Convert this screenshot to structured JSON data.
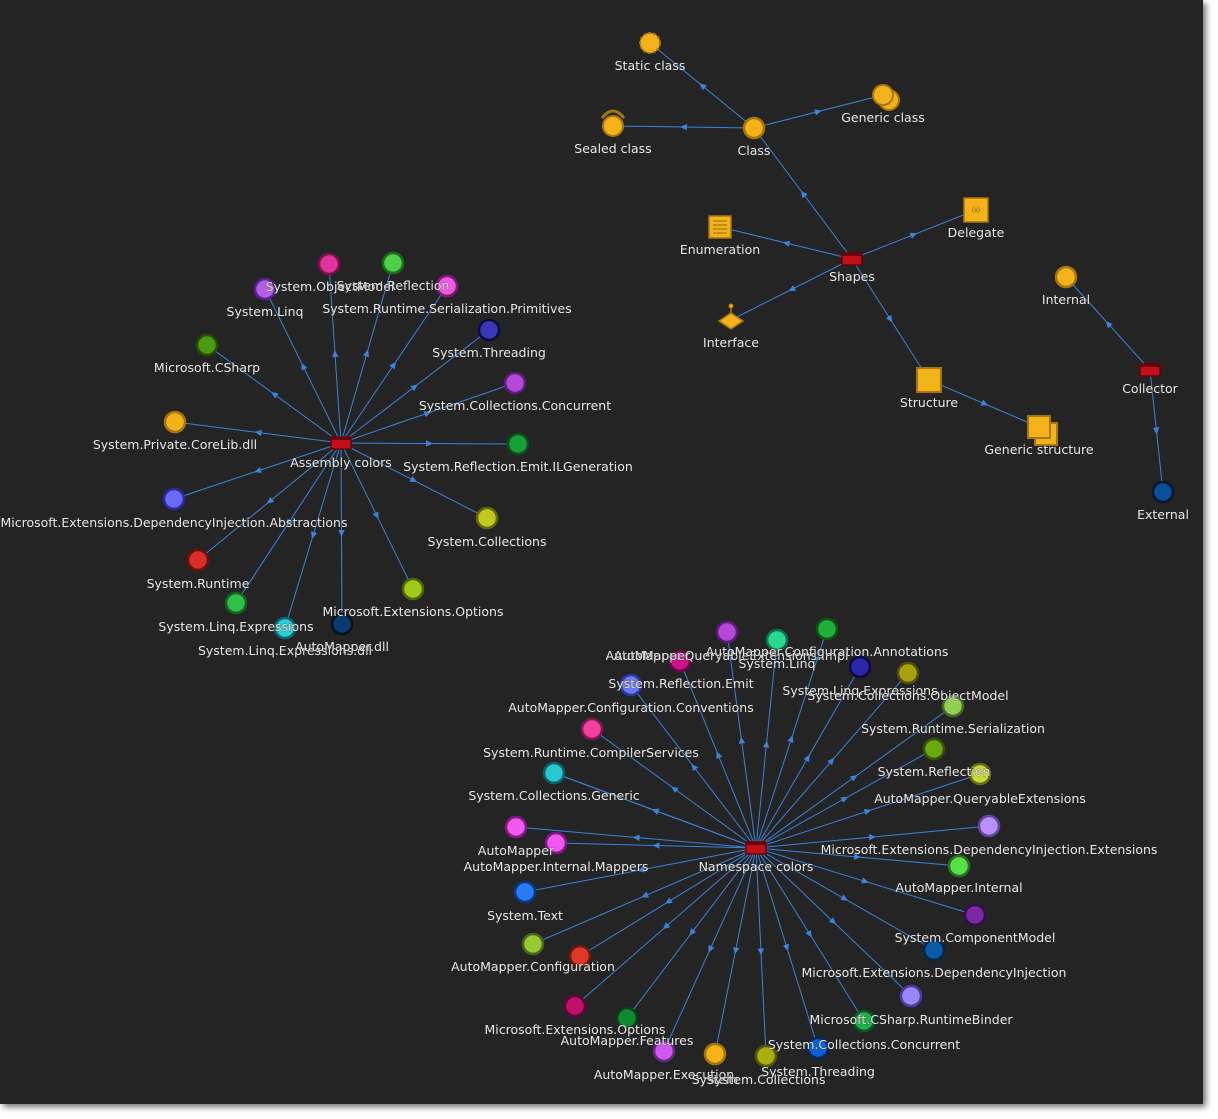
{
  "graph": {
    "colors": {
      "background": "#242424",
      "edge": "#3b82d8",
      "hub": "#c0101a",
      "hub_border": "#6a0008",
      "type_fill": "#f3b21a",
      "type_border": "#a5760a"
    },
    "nodes": [
      {
        "id": "static-class",
        "label": "Static class",
        "shape": "circle-dashed",
        "color": "#f3b21a",
        "border": "#a5760a"
      },
      {
        "id": "generic-class",
        "label": "Generic class",
        "shape": "circle-stack",
        "color": "#f3b21a",
        "border": "#a5760a"
      },
      {
        "id": "sealed-class",
        "label": "Sealed class",
        "shape": "circle-cap",
        "color": "#f3b21a",
        "border": "#a5760a"
      },
      {
        "id": "class",
        "label": "Class",
        "shape": "circle",
        "color": "#f3b21a",
        "border": "#a5760a"
      },
      {
        "id": "enumeration",
        "label": "Enumeration",
        "shape": "enum",
        "color": "#f3b21a",
        "border": "#a5760a"
      },
      {
        "id": "delegate",
        "label": "Delegate",
        "shape": "delegate",
        "color": "#f3b21a",
        "border": "#a5760a"
      },
      {
        "id": "shapes",
        "label": "Shapes",
        "shape": "hub",
        "color": "#c0101a",
        "border": "#6a0008"
      },
      {
        "id": "interface",
        "label": "Interface",
        "shape": "interface",
        "color": "#f3b21a",
        "border": "#a5760a"
      },
      {
        "id": "structure",
        "label": "Structure",
        "shape": "square",
        "color": "#f3b21a",
        "border": "#a5760a"
      },
      {
        "id": "generic-structure",
        "label": "Generic structure",
        "shape": "square-stack",
        "color": "#f3b21a",
        "border": "#a5760a"
      },
      {
        "id": "internal",
        "label": "Internal",
        "shape": "circle",
        "color": "#f3b21a",
        "border": "#a5760a"
      },
      {
        "id": "collector",
        "label": "Collector",
        "shape": "hub",
        "color": "#c0101a",
        "border": "#6a0008"
      },
      {
        "id": "external",
        "label": "External",
        "shape": "circle",
        "color": "#0a4f9a",
        "border": "#06182e"
      },
      {
        "id": "assembly-colors",
        "label": "Assembly colors",
        "shape": "hub",
        "color": "#c0101a",
        "border": "#6a0008"
      },
      {
        "id": "a-objectmodel",
        "label": "System.ObjectModel",
        "shape": "circle",
        "color": "#e0339c",
        "border": "#7a1050"
      },
      {
        "id": "a-reflection",
        "label": "System.Reflection",
        "shape": "circle",
        "color": "#4fd04a",
        "border": "#1a6d18"
      },
      {
        "id": "a-linq",
        "label": "System.Linq",
        "shape": "circle",
        "color": "#b25ce8",
        "border": "#5a2090"
      },
      {
        "id": "a-serialization",
        "label": "System.Runtime.Serialization.Primitives",
        "shape": "circle",
        "color": "#f058e8",
        "border": "#801878"
      },
      {
        "id": "a-threading",
        "label": "System.Threading",
        "shape": "circle",
        "color": "#3a38b8",
        "border": "#0c0c40"
      },
      {
        "id": "a-csharp",
        "label": "Microsoft.CSharp",
        "shape": "circle",
        "color": "#4a9a14",
        "border": "#244d08"
      },
      {
        "id": "a-concurrent",
        "label": "System.Collections.Concurrent",
        "shape": "circle",
        "color": "#b548d8",
        "border": "#5c1c78"
      },
      {
        "id": "a-corelib",
        "label": "System.Private.CoreLib.dll",
        "shape": "circle",
        "color": "#f3b21a",
        "border": "#a5760a"
      },
      {
        "id": "a-emit",
        "label": "System.Reflection.Emit.ILGeneration",
        "shape": "circle",
        "color": "#18a038",
        "border": "#0a5018"
      },
      {
        "id": "a-di-abstractions",
        "label": "Microsoft.Extensions.DependencyInjection.Abstractions",
        "shape": "circle",
        "color": "#6a6af8",
        "border": "#2a2aa0"
      },
      {
        "id": "a-collections",
        "label": "System.Collections",
        "shape": "circle",
        "color": "#c2c81c",
        "border": "#63660a"
      },
      {
        "id": "a-runtime",
        "label": "System.Runtime",
        "shape": "circle",
        "color": "#d83028",
        "border": "#6e100c"
      },
      {
        "id": "a-linq-expressions",
        "label": "System.Linq.Expressions",
        "shape": "circle",
        "color": "#30c048",
        "border": "#146420"
      },
      {
        "id": "a-options",
        "label": "Microsoft.Extensions.Options",
        "shape": "circle",
        "color": "#a0c81a",
        "border": "#506808"
      },
      {
        "id": "a-linq-expressions-dll",
        "label": "System.Linq.Expressions.dll",
        "shape": "circle",
        "color": "#28d0d8",
        "border": "#0c6870"
      },
      {
        "id": "a-automapper",
        "label": "AutoMapper.dll",
        "shape": "circle",
        "color": "#0a3a70",
        "border": "#04121e"
      },
      {
        "id": "namespace-colors",
        "label": "Namespace colors",
        "shape": "hub",
        "color": "#c0101a",
        "border": "#6a0008"
      },
      {
        "id": "n-queryable-impl",
        "label": "AutoMapper.QueryableExtensions.Impl",
        "shape": "circle",
        "color": "#b548d8",
        "border": "#5c1c78"
      },
      {
        "id": "n-linq",
        "label": "System.Linq",
        "shape": "circle",
        "color": "#28d890",
        "border": "#0c7048"
      },
      {
        "id": "n-config-annotations",
        "label": "AutoMapper.Configuration.Annotations",
        "shape": "circle",
        "color": "#20b038",
        "border": "#0a5818"
      },
      {
        "id": "n-objectmodel-hidden",
        "label": "AutoMapper",
        "shape": "circle",
        "color": "#d0108a",
        "border": "#680848"
      },
      {
        "id": "n-linq-expressions",
        "label": "System.Linq.Expressions",
        "shape": "circle",
        "color": "#2a28a8",
        "border": "#0a0a40"
      },
      {
        "id": "n-objectmodel",
        "label": "System.Collections.ObjectModel",
        "shape": "circle",
        "color": "#a8a010",
        "border": "#545008"
      },
      {
        "id": "n-reflection-emit",
        "label": "System.Reflection.Emit",
        "shape": "circle",
        "color": "#6a7af8",
        "border": "#2a38a0"
      },
      {
        "id": "n-serialization",
        "label": "System.Runtime.Serialization",
        "shape": "circle",
        "color": "#90d050",
        "border": "#486828"
      },
      {
        "id": "n-conventions",
        "label": "AutoMapper.Configuration.Conventions",
        "shape": "circle",
        "color": "#f040a0",
        "border": "#801850"
      },
      {
        "id": "n-reflection",
        "label": "System.Reflection",
        "shape": "circle",
        "color": "#6aa810",
        "border": "#345408"
      },
      {
        "id": "n-compilerservices",
        "label": "System.Runtime.CompilerServices",
        "shape": "circle",
        "color": "#4a8a14",
        "border": "#244508"
      },
      {
        "id": "n-queryable",
        "label": "AutoMapper.QueryableExtensions",
        "shape": "circle",
        "color": "#c8d838",
        "border": "#646c18"
      },
      {
        "id": "n-collections-generic",
        "label": "System.Collections.Generic",
        "shape": "circle",
        "color": "#28c8d0",
        "border": "#0c6068"
      },
      {
        "id": "n-di-extensions",
        "label": "Microsoft.Extensions.DependencyInjection.Extensions",
        "shape": "circle",
        "color": "#b890f8",
        "border": "#5c48a0"
      },
      {
        "id": "n-automapper",
        "label": "AutoMapper",
        "shape": "circle",
        "color": "#f058f0",
        "border": "#801880"
      },
      {
        "id": "n-internal-mappers",
        "label": "AutoMapper.Internal.Mappers",
        "shape": "circle",
        "color": "#f058f0",
        "border": "#801880"
      },
      {
        "id": "n-internal",
        "label": "AutoMapper.Internal",
        "shape": "circle",
        "color": "#58e048",
        "border": "#287020"
      },
      {
        "id": "n-text",
        "label": "System.Text",
        "shape": "circle",
        "color": "#2a7af8",
        "border": "#0c3a80"
      },
      {
        "id": "n-componentmodel",
        "label": "System.ComponentModel",
        "shape": "circle",
        "color": "#7a2aa0",
        "border": "#380a50"
      },
      {
        "id": "n-configuration",
        "label": "AutoMapper.Configuration",
        "shape": "circle",
        "color": "#98c838",
        "border": "#4c6418"
      },
      {
        "id": "n-red",
        "label": "",
        "shape": "circle",
        "color": "#e03828",
        "border": "#701810"
      },
      {
        "id": "n-di",
        "label": "Microsoft.Extensions.DependencyInjection",
        "shape": "circle",
        "color": "#0a5aa8",
        "border": "#042648"
      },
      {
        "id": "n-options",
        "label": "Microsoft.Extensions.Options",
        "shape": "circle",
        "color": "#c0106a",
        "border": "#600838"
      },
      {
        "id": "n-features",
        "label": "AutoMapper.Features",
        "shape": "circle",
        "color": "#108a30",
        "border": "#064018"
      },
      {
        "id": "n-runtimebinder",
        "label": "Microsoft.CSharp.RuntimeBinder",
        "shape": "circle",
        "color": "#9a88f8",
        "border": "#4a3ca0"
      },
      {
        "id": "n-execution",
        "label": "AutoMapper.Execution",
        "shape": "circle",
        "color": "#d058f0",
        "border": "#682880"
      },
      {
        "id": "n-system",
        "label": "System",
        "shape": "circle",
        "color": "#f3b21a",
        "border": "#a5760a"
      },
      {
        "id": "n-collections",
        "label": "System.Collections",
        "shape": "circle",
        "color": "#a8b010",
        "border": "#545808"
      },
      {
        "id": "n-concurrent",
        "label": "System.Collections.Concurrent",
        "shape": "circle",
        "color": "#20b048",
        "border": "#0a5820"
      },
      {
        "id": "n-threading",
        "label": "System.Threading",
        "shape": "circle",
        "color": "#0a60d8",
        "border": "#042860"
      }
    ],
    "edges": [
      [
        "class",
        "static-class"
      ],
      [
        "class",
        "generic-class"
      ],
      [
        "class",
        "sealed-class"
      ],
      [
        "shapes",
        "class"
      ],
      [
        "shapes",
        "enumeration"
      ],
      [
        "shapes",
        "delegate"
      ],
      [
        "shapes",
        "interface"
      ],
      [
        "shapes",
        "structure"
      ],
      [
        "structure",
        "generic-structure"
      ],
      [
        "collector",
        "internal"
      ],
      [
        "collector",
        "external"
      ],
      [
        "assembly-colors",
        "a-objectmodel"
      ],
      [
        "assembly-colors",
        "a-reflection"
      ],
      [
        "assembly-colors",
        "a-linq"
      ],
      [
        "assembly-colors",
        "a-serialization"
      ],
      [
        "assembly-colors",
        "a-threading"
      ],
      [
        "assembly-colors",
        "a-csharp"
      ],
      [
        "assembly-colors",
        "a-concurrent"
      ],
      [
        "assembly-colors",
        "a-corelib"
      ],
      [
        "assembly-colors",
        "a-emit"
      ],
      [
        "assembly-colors",
        "a-di-abstractions"
      ],
      [
        "assembly-colors",
        "a-collections"
      ],
      [
        "assembly-colors",
        "a-runtime"
      ],
      [
        "assembly-colors",
        "a-linq-expressions"
      ],
      [
        "assembly-colors",
        "a-options"
      ],
      [
        "assembly-colors",
        "a-linq-expressions-dll"
      ],
      [
        "assembly-colors",
        "a-automapper"
      ],
      [
        "namespace-colors",
        "n-queryable-impl"
      ],
      [
        "namespace-colors",
        "n-linq"
      ],
      [
        "namespace-colors",
        "n-config-annotations"
      ],
      [
        "namespace-colors",
        "n-objectmodel-hidden"
      ],
      [
        "namespace-colors",
        "n-linq-expressions"
      ],
      [
        "namespace-colors",
        "n-objectmodel"
      ],
      [
        "namespace-colors",
        "n-reflection-emit"
      ],
      [
        "namespace-colors",
        "n-serialization"
      ],
      [
        "namespace-colors",
        "n-conventions"
      ],
      [
        "namespace-colors",
        "n-reflection"
      ],
      [
        "namespace-colors",
        "n-compilerservices"
      ],
      [
        "namespace-colors",
        "n-queryable"
      ],
      [
        "namespace-colors",
        "n-collections-generic"
      ],
      [
        "namespace-colors",
        "n-di-extensions"
      ],
      [
        "namespace-colors",
        "n-automapper"
      ],
      [
        "namespace-colors",
        "n-internal-mappers"
      ],
      [
        "namespace-colors",
        "n-internal"
      ],
      [
        "namespace-colors",
        "n-text"
      ],
      [
        "namespace-colors",
        "n-componentmodel"
      ],
      [
        "namespace-colors",
        "n-configuration"
      ],
      [
        "namespace-colors",
        "n-red"
      ],
      [
        "namespace-colors",
        "n-di"
      ],
      [
        "namespace-colors",
        "n-options"
      ],
      [
        "namespace-colors",
        "n-features"
      ],
      [
        "namespace-colors",
        "n-runtimebinder"
      ],
      [
        "namespace-colors",
        "n-execution"
      ],
      [
        "namespace-colors",
        "n-system"
      ],
      [
        "namespace-colors",
        "n-collections"
      ],
      [
        "namespace-colors",
        "n-concurrent"
      ],
      [
        "namespace-colors",
        "n-threading"
      ]
    ]
  }
}
